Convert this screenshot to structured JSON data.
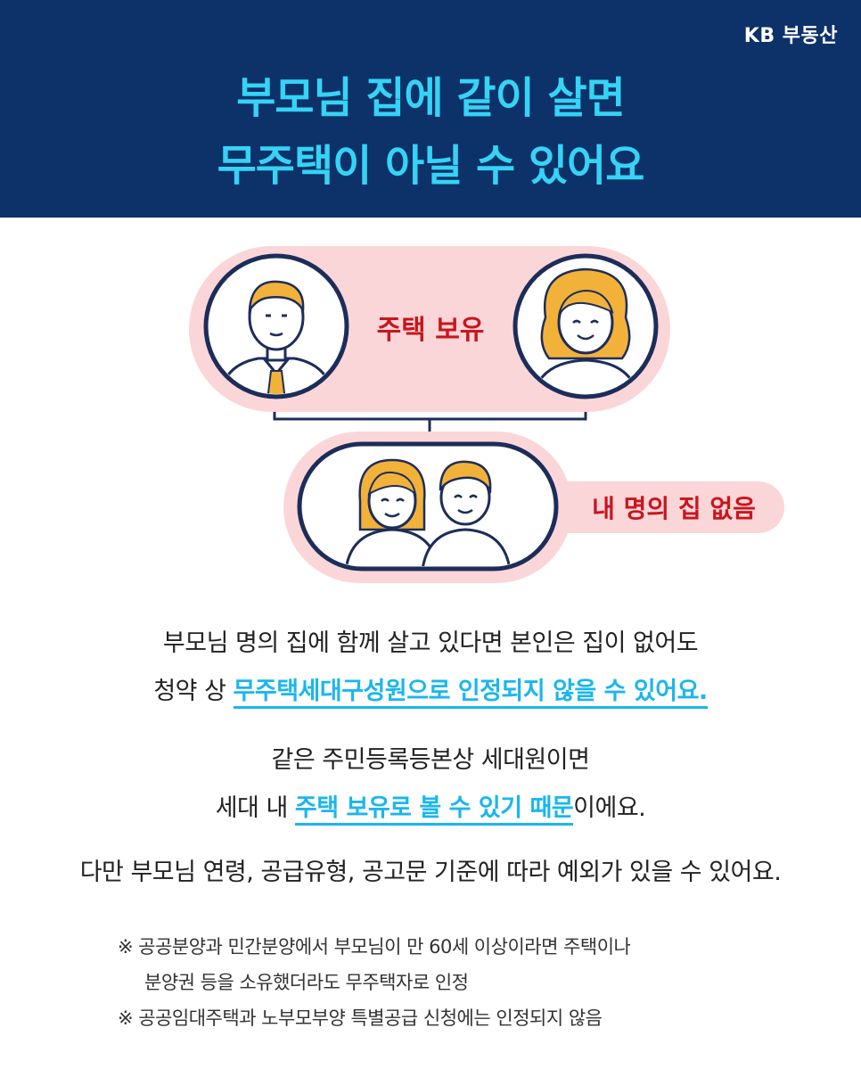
{
  "header": {
    "brand": "KB 부동산",
    "title_line1": "부모님 집에 같이 살면",
    "title_line2": "무주택이 아닐 수 있어요"
  },
  "diagram": {
    "parents_label": "주택 보유",
    "children_label": "내 명의 집 없음"
  },
  "paragraph1": {
    "line1": "부모님 명의 집에 함께 살고 있다면 본인은 집이 없어도",
    "line2_prefix": "청약 상 ",
    "line2_highlight": "무주택세대구성원으로 인정되지 않을 수 있어요."
  },
  "paragraph2": {
    "line1": "같은 주민등록등본상 세대원이면",
    "line2_prefix": "세대 내 ",
    "line2_highlight": "주택 보유로 볼 수 있기 때문",
    "line2_suffix": "이에요."
  },
  "paragraph3": {
    "line1": "다만 부모님 연령, 공급유형, 공고문 기준에 따라  예외가 있을 수 있어요."
  },
  "notes": {
    "note1_line1": "※ 공공분양과 민간분양에서 부모님이 만 60세 이상이라면 주택이나",
    "note1_line2": "분양권 등을 소유했더라도 무주택자로 인정",
    "note2": "※ 공공임대주택과 노부모부양 특별공급 신청에는 인정되지 않음"
  },
  "colors": {
    "header_bg": "#0d3169",
    "title": "#35d3f5",
    "pill_bg": "#fbd6d9",
    "label_red": "#c8161d",
    "highlight": "#1ab6ee",
    "navy": "#1d2d5a",
    "hair": "#f2b23a"
  }
}
